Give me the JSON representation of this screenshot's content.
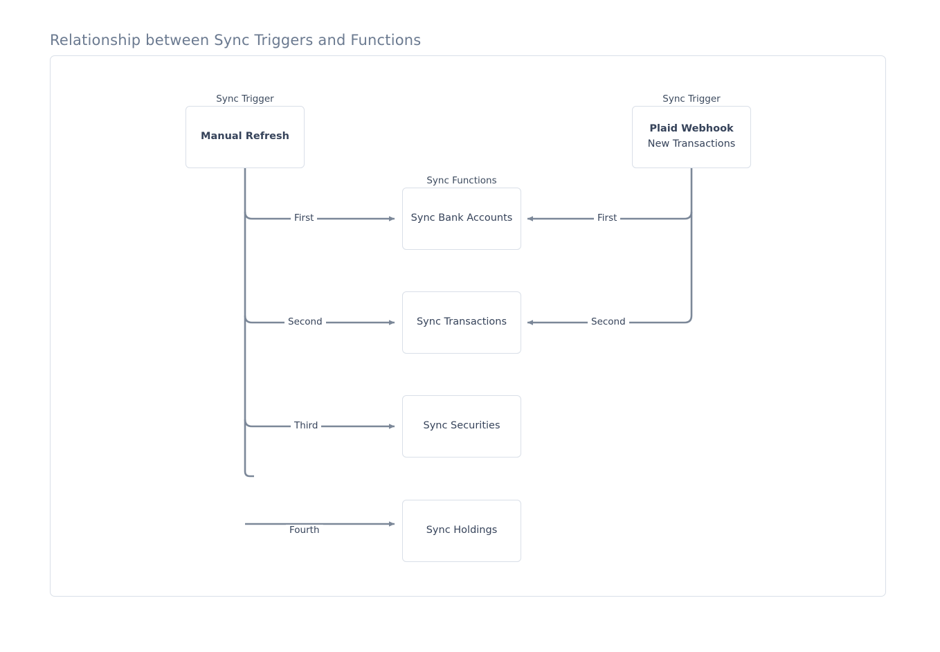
{
  "title": "Relationship between Sync Triggers and Functions",
  "colors": {
    "title_text": "#6b7a90",
    "border": "#d9dfe8",
    "node_text": "#36435a",
    "edge_stroke": "#7b8798",
    "canvas_background": "#ffffff"
  },
  "groups": {
    "trigger_left_label": "Sync Trigger",
    "trigger_right_label": "Sync Trigger",
    "functions_label": "Sync Functions"
  },
  "triggers": [
    {
      "id": "manual-refresh",
      "group_label": "Sync Trigger",
      "title": "Manual Refresh",
      "subtitle": ""
    },
    {
      "id": "plaid-webhook",
      "group_label": "Sync Trigger",
      "title": "Plaid Webhook",
      "subtitle": "New Transactions"
    }
  ],
  "functions": [
    {
      "id": "sync-bank-accounts",
      "label": "Sync Bank Accounts"
    },
    {
      "id": "sync-transactions",
      "label": "Sync Transactions"
    },
    {
      "id": "sync-securities",
      "label": "Sync Securities"
    },
    {
      "id": "sync-holdings",
      "label": "Sync Holdings"
    }
  ],
  "edges": {
    "from_manual_refresh": [
      {
        "label": "First",
        "target": "sync-bank-accounts"
      },
      {
        "label": "Second",
        "target": "sync-transactions"
      },
      {
        "label": "Third",
        "target": "sync-securities"
      },
      {
        "label": "Fourth",
        "target": "sync-holdings"
      }
    ],
    "from_plaid_webhook": [
      {
        "label": "First",
        "target": "sync-bank-accounts"
      },
      {
        "label": "Second",
        "target": "sync-transactions"
      }
    ]
  }
}
